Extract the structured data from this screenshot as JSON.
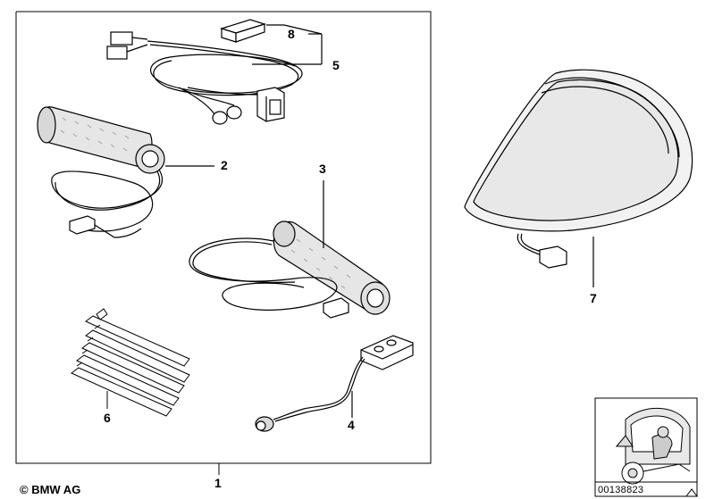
{
  "callouts": {
    "c1": "1",
    "c2": "2",
    "c3": "3",
    "c4": "4",
    "c5": "5",
    "c6": "6",
    "c7": "7",
    "c8": "8"
  },
  "footer": {
    "copyright": "© BMW AG",
    "reference_number": "00138823"
  },
  "parts": [
    {
      "callout": "1",
      "icon": "kit-frame"
    },
    {
      "callout": "2",
      "icon": "heated-grip-left-icon"
    },
    {
      "callout": "3",
      "icon": "heated-grip-right-icon"
    },
    {
      "callout": "4",
      "icon": "switch-with-cable-icon"
    },
    {
      "callout": "5",
      "icon": "wiring-harness-icon"
    },
    {
      "callout": "6",
      "icon": "cable-ties-icon"
    },
    {
      "callout": "7",
      "icon": "heated-seat-pad-icon"
    },
    {
      "callout": "8",
      "icon": "plug-connector-icon"
    }
  ]
}
